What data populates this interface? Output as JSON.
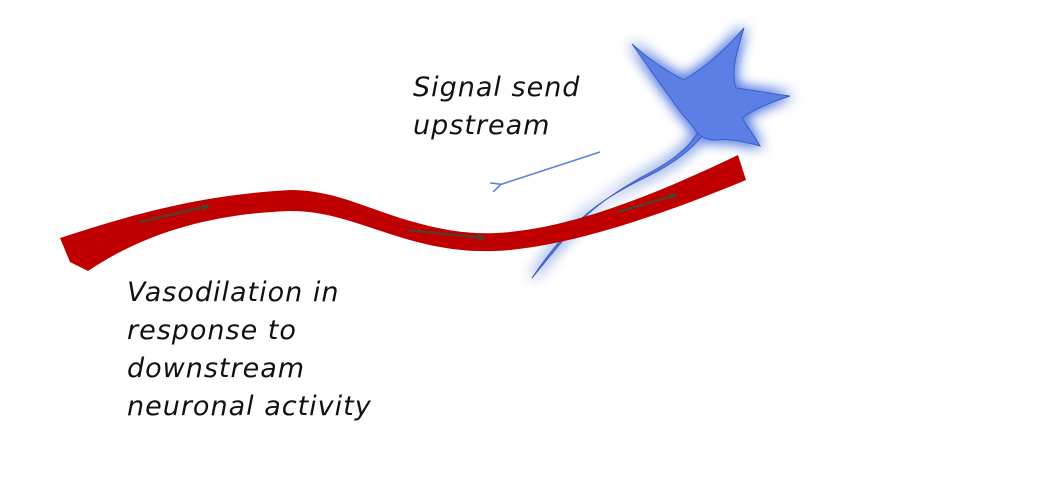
{
  "annotations": {
    "signal": {
      "lines": [
        "Signal send",
        "upstream"
      ]
    },
    "vasodilation": {
      "lines": [
        "Vasodilation in",
        "response to",
        "downstream",
        "neuronal activity"
      ]
    }
  },
  "colors": {
    "vessel": "#c00000",
    "flow_arrow": "#5a3a2a",
    "neuron_fill": "#5b7fe6",
    "neuron_glow": "#8fb0ff",
    "signal_arrow": "#5b82d6",
    "text": "#111111"
  },
  "icons": {
    "neuron": "neuron-cell-icon",
    "signal_arrow": "arrow-left-down-icon",
    "flow_arrows": "arrow-right-icon"
  }
}
